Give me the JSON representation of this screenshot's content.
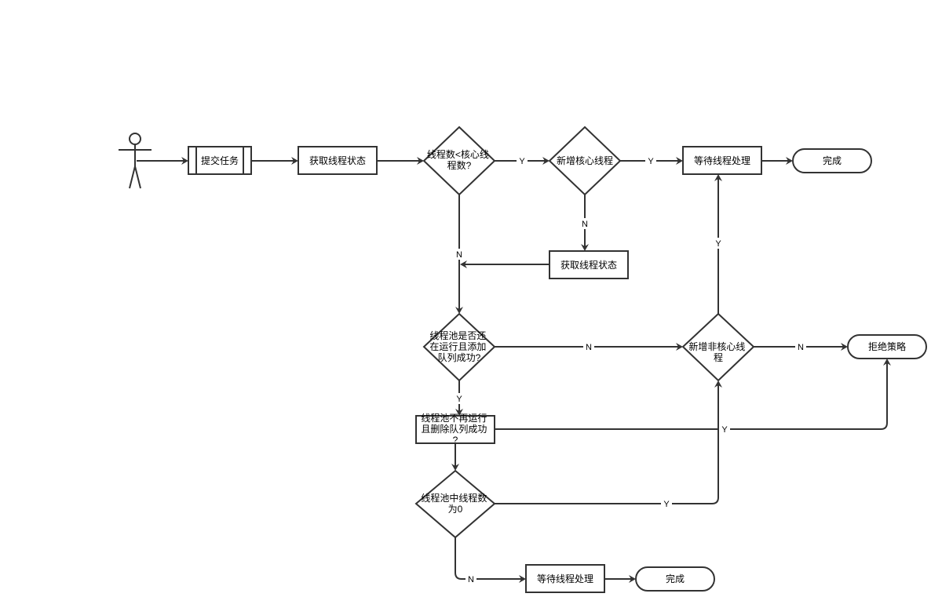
{
  "nodes": {
    "submit_task": "提交任务",
    "get_state_1": "获取线程状态",
    "cond_core": [
      "线程数<核心线",
      "程数?"
    ],
    "add_core": "新增核心线程",
    "wait_1": "等待线程处理",
    "done_1": "完成",
    "get_state_2": "获取线程状态",
    "cond_queue": [
      "线程池是否还",
      "在运行且添加",
      "队列成功?"
    ],
    "add_noncore": [
      "新增非核心线",
      "程"
    ],
    "reject": "拒绝策略",
    "cond_remove": [
      "线程池不再运行",
      "且删除队列成功",
      "?"
    ],
    "cond_zero": [
      "线程池中线程数",
      "为0"
    ],
    "wait_2": "等待线程处理",
    "done_2": "完成"
  },
  "edge_labels": {
    "core_yes": "Y",
    "addcore_yes": "Y",
    "addcore_no": "N",
    "core_no": "N",
    "queue_no": "N",
    "noncore_no": "N",
    "noncore_yes": "Y",
    "queue_yes": "Y",
    "remove_yes": "Y",
    "zero_yes": "Y",
    "zero_no": "N"
  }
}
